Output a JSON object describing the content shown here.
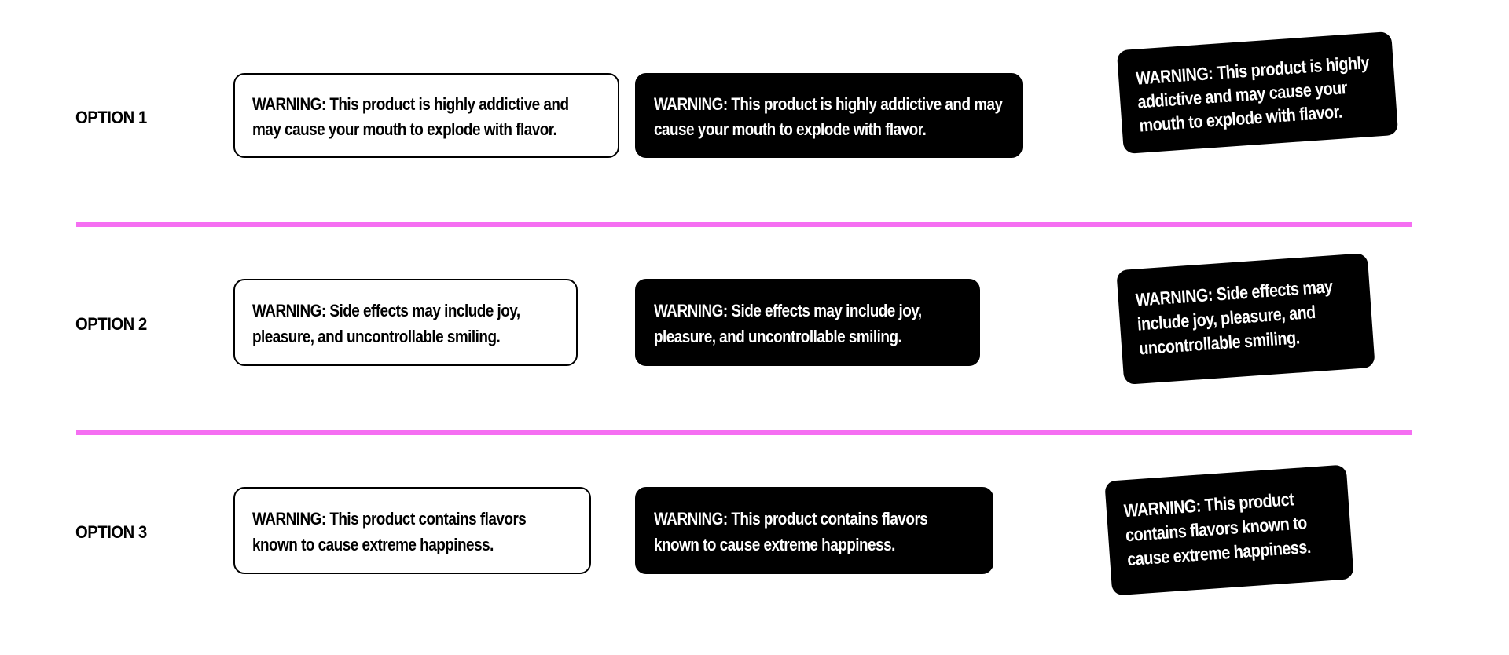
{
  "colors": {
    "divider": "#f56ff2",
    "label_dark": "#000000",
    "label_light": "#ffffff"
  },
  "options": [
    {
      "label": "OPTION 1",
      "outline_text": "WARNING: This product is highly addictive and may cause your mouth to explode with flavor.",
      "solid_text": "WARNING: This product is highly addictive and may cause your mouth to explode with flavor.",
      "tilted_text": "WARNING: This product is highly addictive and may cause your mouth to explode with flavor."
    },
    {
      "label": "OPTION 2",
      "outline_text": "WARNING: Side effects may include joy, pleasure, and uncontrollable smiling.",
      "solid_text": "WARNING: Side effects may include joy, pleasure, and uncontrollable smiling.",
      "tilted_text": "WARNING: Side effects may include joy, pleasure, and uncontrollable smiling."
    },
    {
      "label": "OPTION 3",
      "outline_text": "WARNING: This product contains flavors known to cause extreme happiness.",
      "solid_text": "WARNING: This product contains flavors known to cause extreme happiness.",
      "tilted_text": "WARNING: This product contains flavors known to cause extreme happiness."
    }
  ]
}
